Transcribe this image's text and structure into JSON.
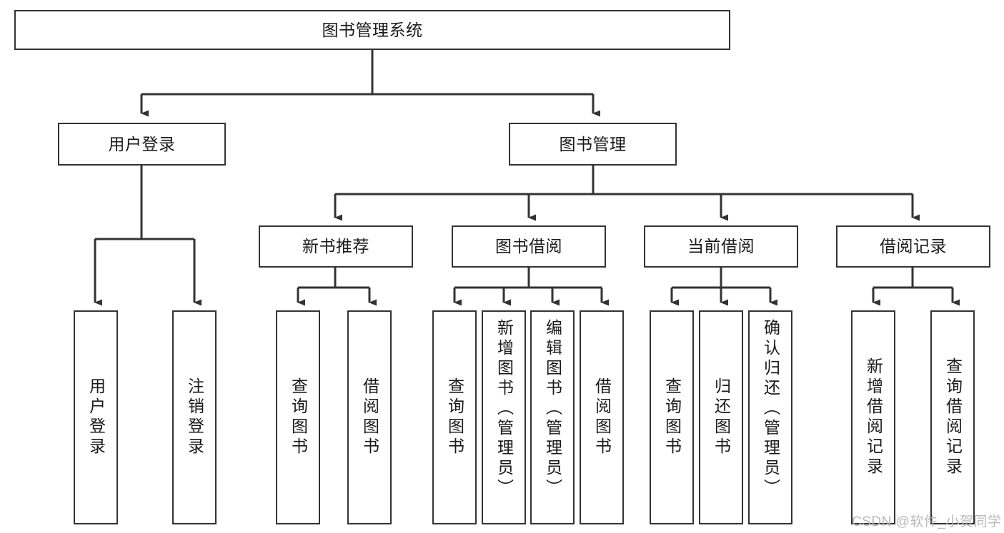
{
  "diagram": {
    "title": "图书管理系统",
    "type": "tree-hierarchy-chart",
    "root": {
      "id": "root",
      "label": "图书管理系统"
    },
    "level2": [
      {
        "id": "user-login",
        "label": "用户登录"
      },
      {
        "id": "book-management",
        "label": "图书管理"
      }
    ],
    "level3": [
      {
        "id": "new-book-recommend",
        "label": "新书推荐"
      },
      {
        "id": "book-borrow",
        "label": "图书借阅"
      },
      {
        "id": "current-borrow",
        "label": "当前借阅"
      },
      {
        "id": "borrow-record",
        "label": "借阅记录"
      }
    ],
    "leaves": {
      "user_login": [
        {
          "id": "leaf-user-login",
          "label": "用户登录"
        },
        {
          "id": "leaf-logout-login",
          "label": "注销登录"
        }
      ],
      "new_book_recommend": [
        {
          "id": "leaf-query-book-1",
          "label": "查询图书"
        },
        {
          "id": "leaf-borrow-book-1",
          "label": "借阅图书"
        }
      ],
      "book_borrow": [
        {
          "id": "leaf-query-book-2",
          "label": "查询图书"
        },
        {
          "id": "leaf-add-book",
          "label": "新增图书（管理员）"
        },
        {
          "id": "leaf-edit-book",
          "label": "编辑图书（管理员）"
        },
        {
          "id": "leaf-borrow-book-2",
          "label": "借阅图书"
        }
      ],
      "current_borrow": [
        {
          "id": "leaf-query-book-3",
          "label": "查询图书"
        },
        {
          "id": "leaf-return-book",
          "label": "归还图书"
        },
        {
          "id": "leaf-confirm-return",
          "label": "确认归还（管理员）"
        }
      ],
      "borrow_record": [
        {
          "id": "leaf-add-record",
          "label": "新增借阅记录"
        },
        {
          "id": "leaf-query-record",
          "label": "查询借阅记录"
        }
      ]
    },
    "colors": {
      "border": "#333333",
      "text": "#1a1a1a",
      "background": "#ffffff",
      "edge": "#333333",
      "watermark": "#b9b9b9"
    }
  },
  "watermark": {
    "text": "CSDN @软件_小贺同学"
  }
}
